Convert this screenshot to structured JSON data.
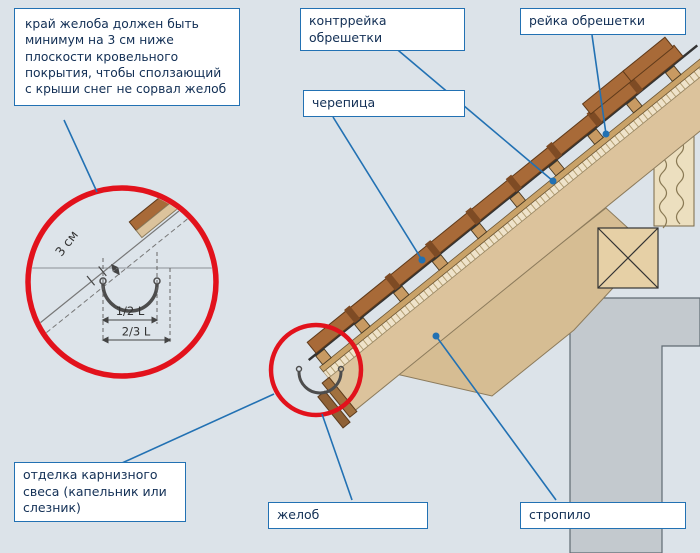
{
  "colors": {
    "accent_blue": "#2271b3",
    "accent_red": "#e2121c",
    "background": "#dce3e9",
    "rafter_tan": "#dcc39c",
    "tile_brown": "#a86a38",
    "wall_gray": "#c3c9ce"
  },
  "note_box": {
    "text": "край желоба должен быть минимум на 3 см ниже плоскости кровельного покрытия, чтобы сползающий с крыши снег не сорвал желоб"
  },
  "labels": {
    "counter_batten": "контррейка обрешетки",
    "batten": "рейка обрешетки",
    "tile": "черепица",
    "eaves_trim": "отделка карнизного свеса (капельник или слезник)",
    "gutter": "желоб",
    "rafter": "стропило"
  },
  "detail_view": {
    "dim_3cm": "3 см",
    "dim_half": "1/2 L",
    "dim_two_thirds": "2/3 L"
  }
}
